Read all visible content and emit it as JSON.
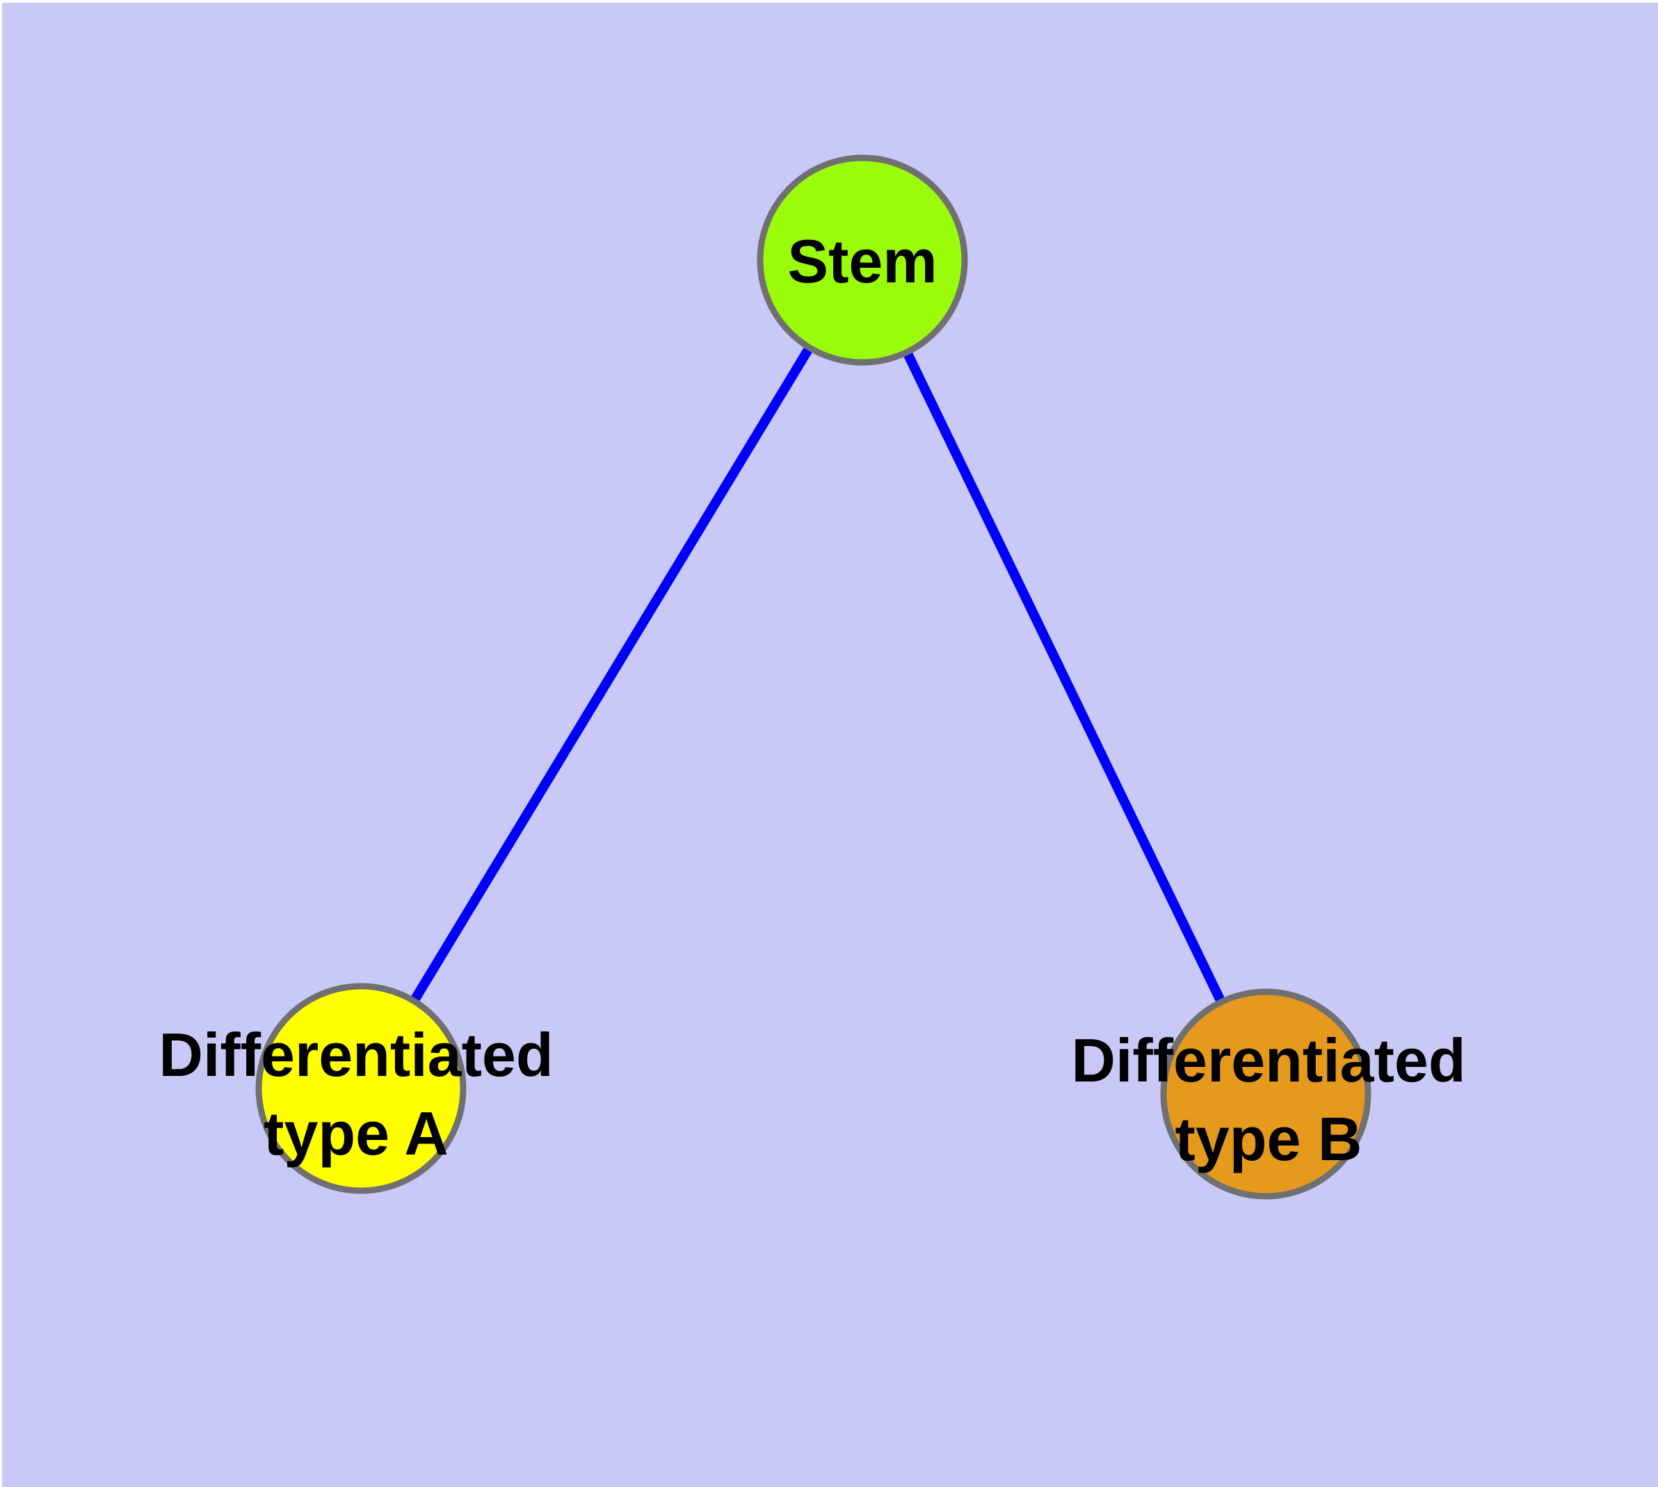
{
  "diagram": {
    "background_color": "#C9C9F7",
    "margin_color": "#FFFFFF",
    "edge_color": "#0000FA",
    "node_border_color": "#707070",
    "label_color": "#000000",
    "nodes": [
      {
        "id": "stem",
        "label": "Stem",
        "fill": "#9AFB0A"
      },
      {
        "id": "diff-a",
        "label_line1": "Differentiated",
        "label_line2": "type A",
        "fill": "#FFFF00"
      },
      {
        "id": "diff-b",
        "label_line1": "Differentiated",
        "label_line2": "type B",
        "fill": "#E5991D"
      }
    ],
    "edges": [
      {
        "from": "Stem",
        "to": "Differentiated type A"
      },
      {
        "from": "Stem",
        "to": "Differentiated type B"
      }
    ]
  }
}
